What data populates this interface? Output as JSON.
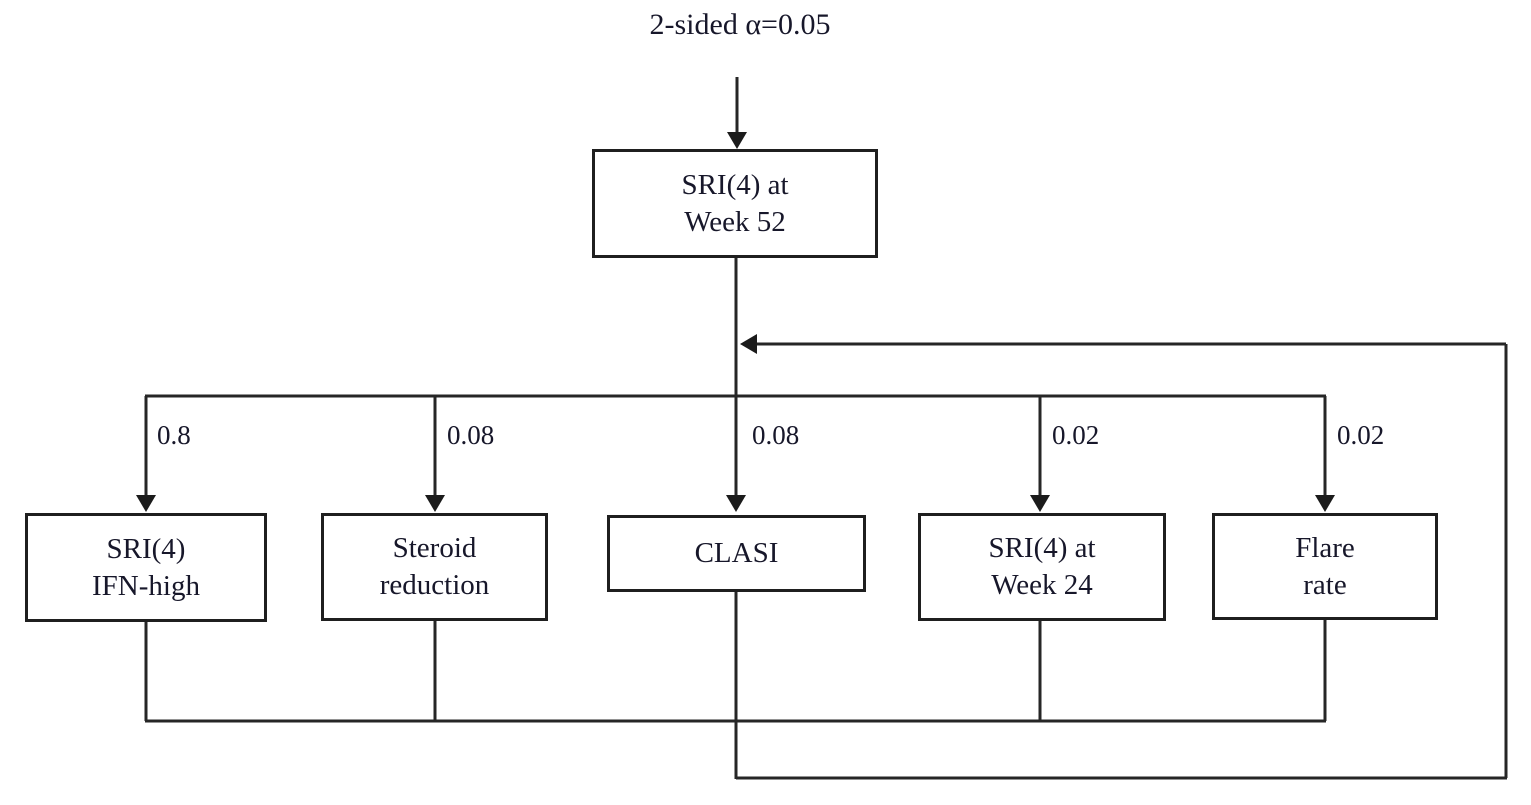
{
  "diagram": {
    "alpha_note": "2-sided α=0.05",
    "root": {
      "line1": "SRI(4) at",
      "line2": "Week 52"
    },
    "branches": [
      {
        "weight": "0.8",
        "line1": "SRI(4)",
        "line2": "IFN-high"
      },
      {
        "weight": "0.08",
        "line1": "Steroid",
        "line2": "reduction"
      },
      {
        "weight": "0.08",
        "line1": "CLASI",
        "line2": ""
      },
      {
        "weight": "0.02",
        "line1": "SRI(4) at",
        "line2": "Week 24"
      },
      {
        "weight": "0.02",
        "line1": "Flare",
        "line2": "rate"
      }
    ],
    "colors": {
      "line": "#262626",
      "text": "#17172a",
      "background": "#ffffff"
    }
  }
}
